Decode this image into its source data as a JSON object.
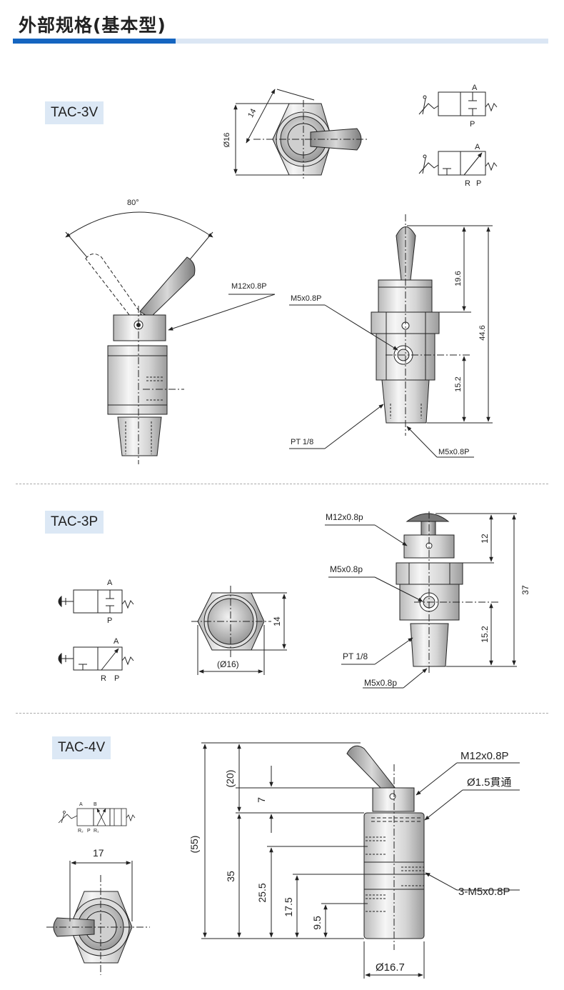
{
  "header": {
    "title": "外部规格(基本型)",
    "accent_color": "#1565c0",
    "accent_light": "#dbe6f4"
  },
  "sections": [
    {
      "model": "TAC-3V"
    },
    {
      "model": "TAC-3P"
    },
    {
      "model": "TAC-4V"
    }
  ],
  "tac3v": {
    "angle": "80°",
    "dim_14": "14",
    "dim_d16": "Ø16",
    "sym_A": "A",
    "sym_P": "P",
    "sym2_A": "A",
    "sym2_R": "R",
    "sym2_P": "P",
    "m12": "M12x0.8P",
    "m5_side": "M5x0.8P",
    "pt": "PT 1/8",
    "m5_bottom": "M5x0.8P",
    "dim_19_6": "19.6",
    "dim_44_6": "44.6",
    "dim_15_2": "15.2"
  },
  "tac3p": {
    "sym_A": "A",
    "sym_P": "P",
    "sym2_A": "A",
    "sym2_R": "R",
    "sym2_P": "P",
    "dim_14": "14",
    "dim_d16": "(Ø16)",
    "m12": "M12x0.8p",
    "m5_side": "M5x0.8p",
    "pt": "PT 1/8",
    "m5_bottom": "M5x0.8p",
    "dim_12": "12",
    "dim_37": "37",
    "dim_15_2": "15.2"
  },
  "tac4v": {
    "sym_A": "A",
    "sym_B": "B",
    "sym_R2": "R₂",
    "sym_P": "P",
    "sym_R1": "R₁",
    "dim_17": "17",
    "dim_20": "(20)",
    "dim_7": "7",
    "dim_55": "(55)",
    "dim_35": "35",
    "dim_25_5": "25.5",
    "dim_17_5": "17.5",
    "dim_9_5": "9.5",
    "m12": "M12x0.8P",
    "through": "Ø1.5貫通",
    "m5": "3-M5x0.8P",
    "dim_d16_7": "Ø16.7"
  }
}
